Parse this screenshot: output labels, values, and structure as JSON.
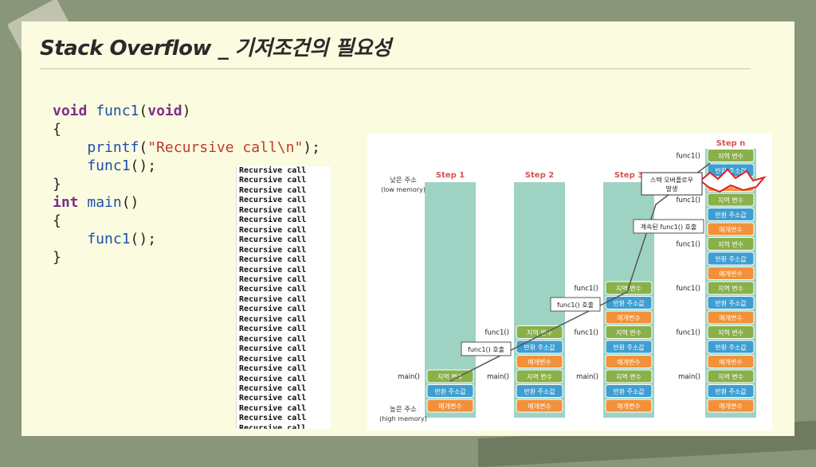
{
  "slide": {
    "title": "Stack Overflow _ 기저조건의 필요성"
  },
  "code": {
    "lines": [
      [
        {
          "t": "void",
          "c": "kw"
        },
        {
          "t": " ",
          "c": ""
        },
        {
          "t": "func1",
          "c": "fn"
        },
        {
          "t": "(",
          "c": ""
        },
        {
          "t": "void",
          "c": "kw"
        },
        {
          "t": ")",
          "c": ""
        }
      ],
      [
        {
          "t": "{",
          "c": ""
        }
      ],
      [
        {
          "t": "    printf",
          "c": "fn"
        },
        {
          "t": "(",
          "c": ""
        },
        {
          "t": "\"Recursive call\\n\"",
          "c": "str"
        },
        {
          "t": ");",
          "c": ""
        }
      ],
      [
        {
          "t": "    func1",
          "c": "fn"
        },
        {
          "t": "();",
          "c": ""
        }
      ],
      [
        {
          "t": "}",
          "c": ""
        }
      ],
      [
        {
          "t": "int",
          "c": "kw"
        },
        {
          "t": " ",
          "c": ""
        },
        {
          "t": "main",
          "c": "fn"
        },
        {
          "t": "()",
          "c": ""
        }
      ],
      [
        {
          "t": "{",
          "c": ""
        }
      ],
      [
        {
          "t": "    func1",
          "c": "fn"
        },
        {
          "t": "();",
          "c": ""
        }
      ],
      [
        {
          "t": "}",
          "c": ""
        }
      ]
    ]
  },
  "console": {
    "line_text": "Recursive call",
    "line_count": 27
  },
  "figure": {
    "steps": [
      "Step 1",
      "Step 2",
      "Step 3",
      "Step n"
    ],
    "low_addr": [
      "낮은 주소",
      "(low memory)"
    ],
    "high_addr": [
      "높은 주소",
      "(high memory)"
    ],
    "frame_items": [
      "지역 변수",
      "반환 주소값",
      "매개변수"
    ],
    "main_label": "main()",
    "func_label": "func1()",
    "call_label": "func1() 호출",
    "continued_call": "계속된 func1() 호출",
    "overflow_label": [
      "스택 오버플로우",
      "발생"
    ],
    "colors": {
      "column": "#9ed3c4",
      "local": "#8ab04a",
      "ret": "#3e9ed1",
      "param": "#f2913a",
      "step": "#d9534f"
    }
  }
}
